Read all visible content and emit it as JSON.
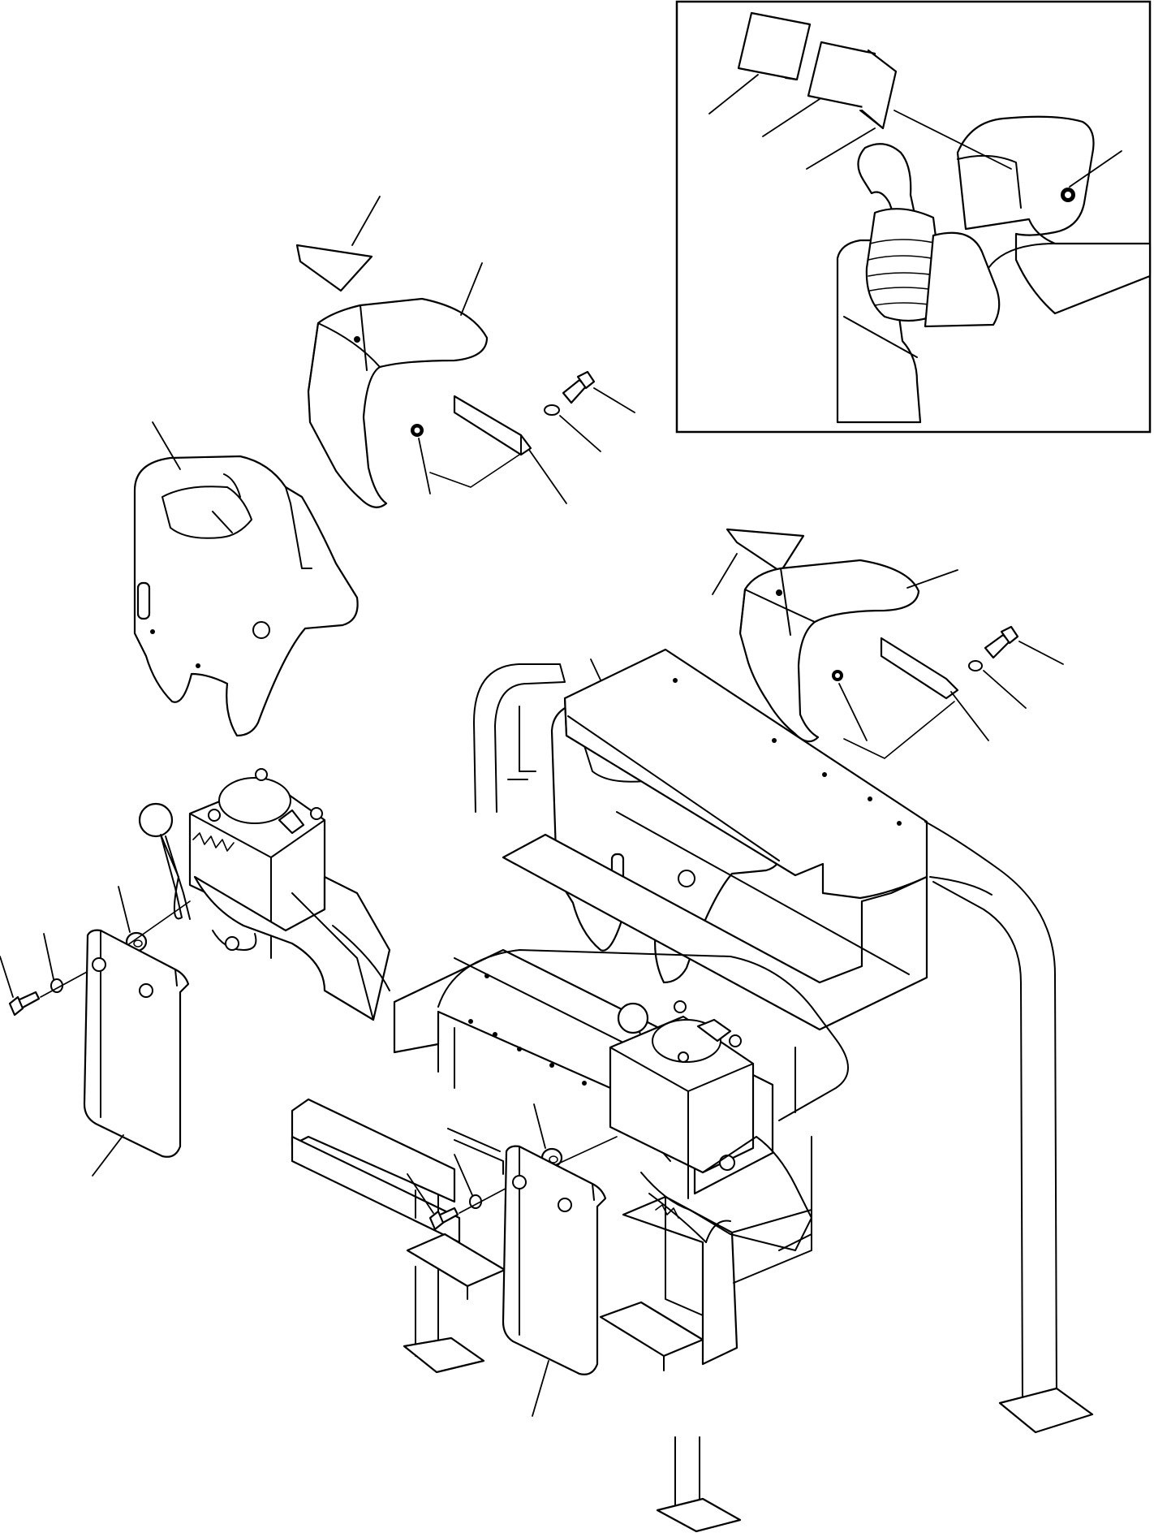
{
  "figure": {
    "inset": {
      "parts": [
        "decal-pad",
        "decal-cover",
        "decal-frame",
        "lever-console",
        "nut"
      ]
    },
    "icons": [
      "screw-icon",
      "washer-icon",
      "spacer-icon",
      "cover-icon",
      "bracket-icon",
      "lever-knob-icon"
    ]
  }
}
